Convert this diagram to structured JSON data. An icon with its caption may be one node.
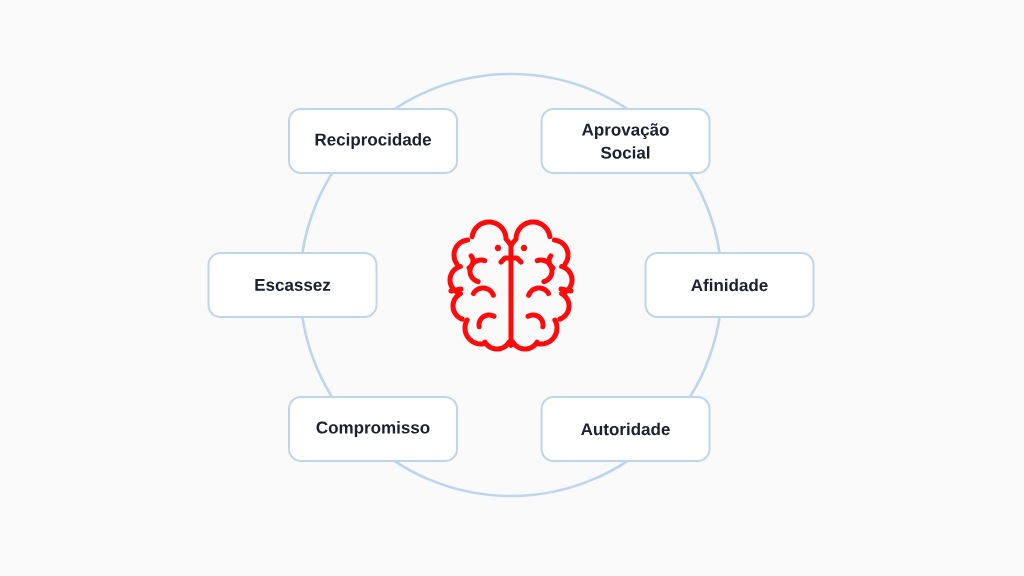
{
  "diagram": {
    "nodes": [
      {
        "text": [
          "Reciprocidade"
        ]
      },
      {
        "text": [
          "Aprovação Social"
        ]
      },
      {
        "text": [
          "Escassez"
        ]
      },
      {
        "text": [
          "Afinidade"
        ]
      },
      {
        "text": [
          "Compromisso"
        ]
      },
      {
        "text": [
          "Autoridade"
        ]
      }
    ]
  }
}
